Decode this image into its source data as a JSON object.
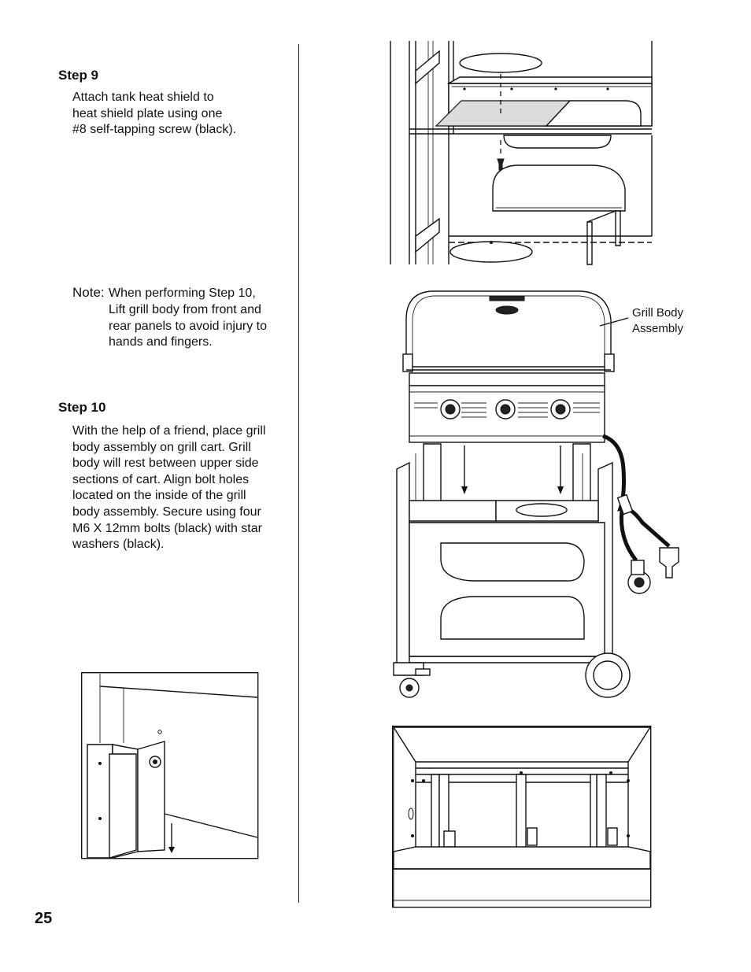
{
  "step9": {
    "title": "Step 9",
    "lines": [
      "Attach tank heat shield to",
      "heat shield plate using one",
      "#8 self-tapping screw (black)."
    ]
  },
  "note": {
    "label": "Note:",
    "lines": [
      "When performing Step 10,",
      "Lift grill body from front and",
      "rear panels to avoid injury to",
      "hands and fingers."
    ]
  },
  "step10": {
    "title": "Step 10",
    "lines": [
      "With the help of a friend, place grill",
      "body assembly on grill cart. Grill",
      "body will rest between upper side",
      "sections of cart. Align bolt holes",
      "located on the inside of the grill",
      "body assembly. Secure using four",
      "M6 X 12mm bolts (black) with star",
      "washers (black)."
    ]
  },
  "callout": {
    "line1": "Grill Body",
    "line2": "Assembly"
  },
  "page_number": "25",
  "figures": {
    "heat_shield": "heat-shield-illustration",
    "grill_assembly": "grill-body-on-cart-illustration",
    "bolt_detail": "bolt-bracket-detail-illustration",
    "underside": "grill-underside-illustration"
  }
}
